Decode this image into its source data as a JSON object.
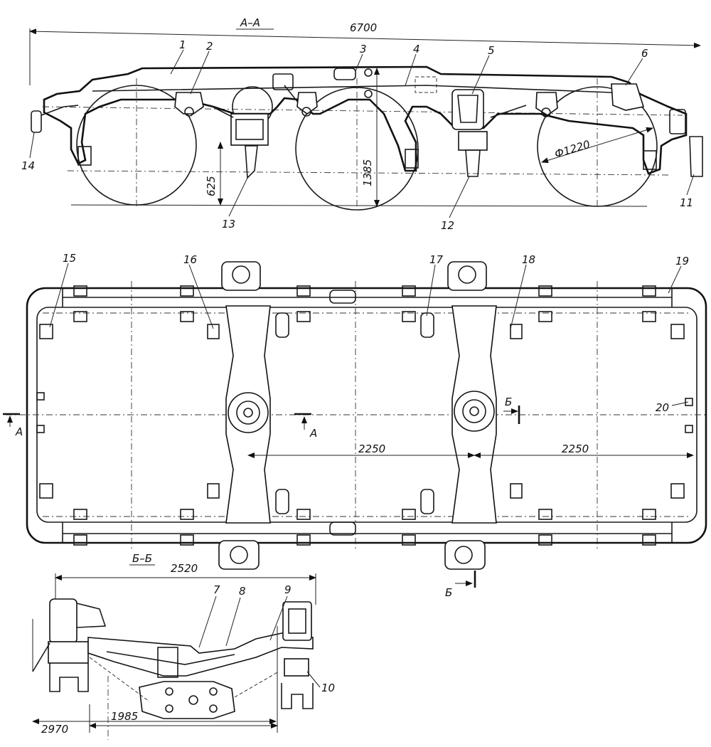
{
  "section_labels": {
    "aa": "А–А",
    "bb": "Б–Б",
    "cut_a": "А",
    "cut_b": "Б"
  },
  "dimensions": {
    "overall_length": "6700",
    "wheel_diameter": "Ф1220",
    "height_1385": "1385",
    "height_625": "625",
    "axle_spacing_1": "2250",
    "axle_spacing_2": "2250",
    "width_2520": "2520",
    "width_2970": "2970",
    "width_1985": "1985"
  },
  "callouts": [
    "1",
    "2",
    "3",
    "4",
    "5",
    "6",
    "7",
    "8",
    "9",
    "10",
    "11",
    "12",
    "13",
    "14",
    "15",
    "16",
    "17",
    "18",
    "19",
    "20"
  ]
}
